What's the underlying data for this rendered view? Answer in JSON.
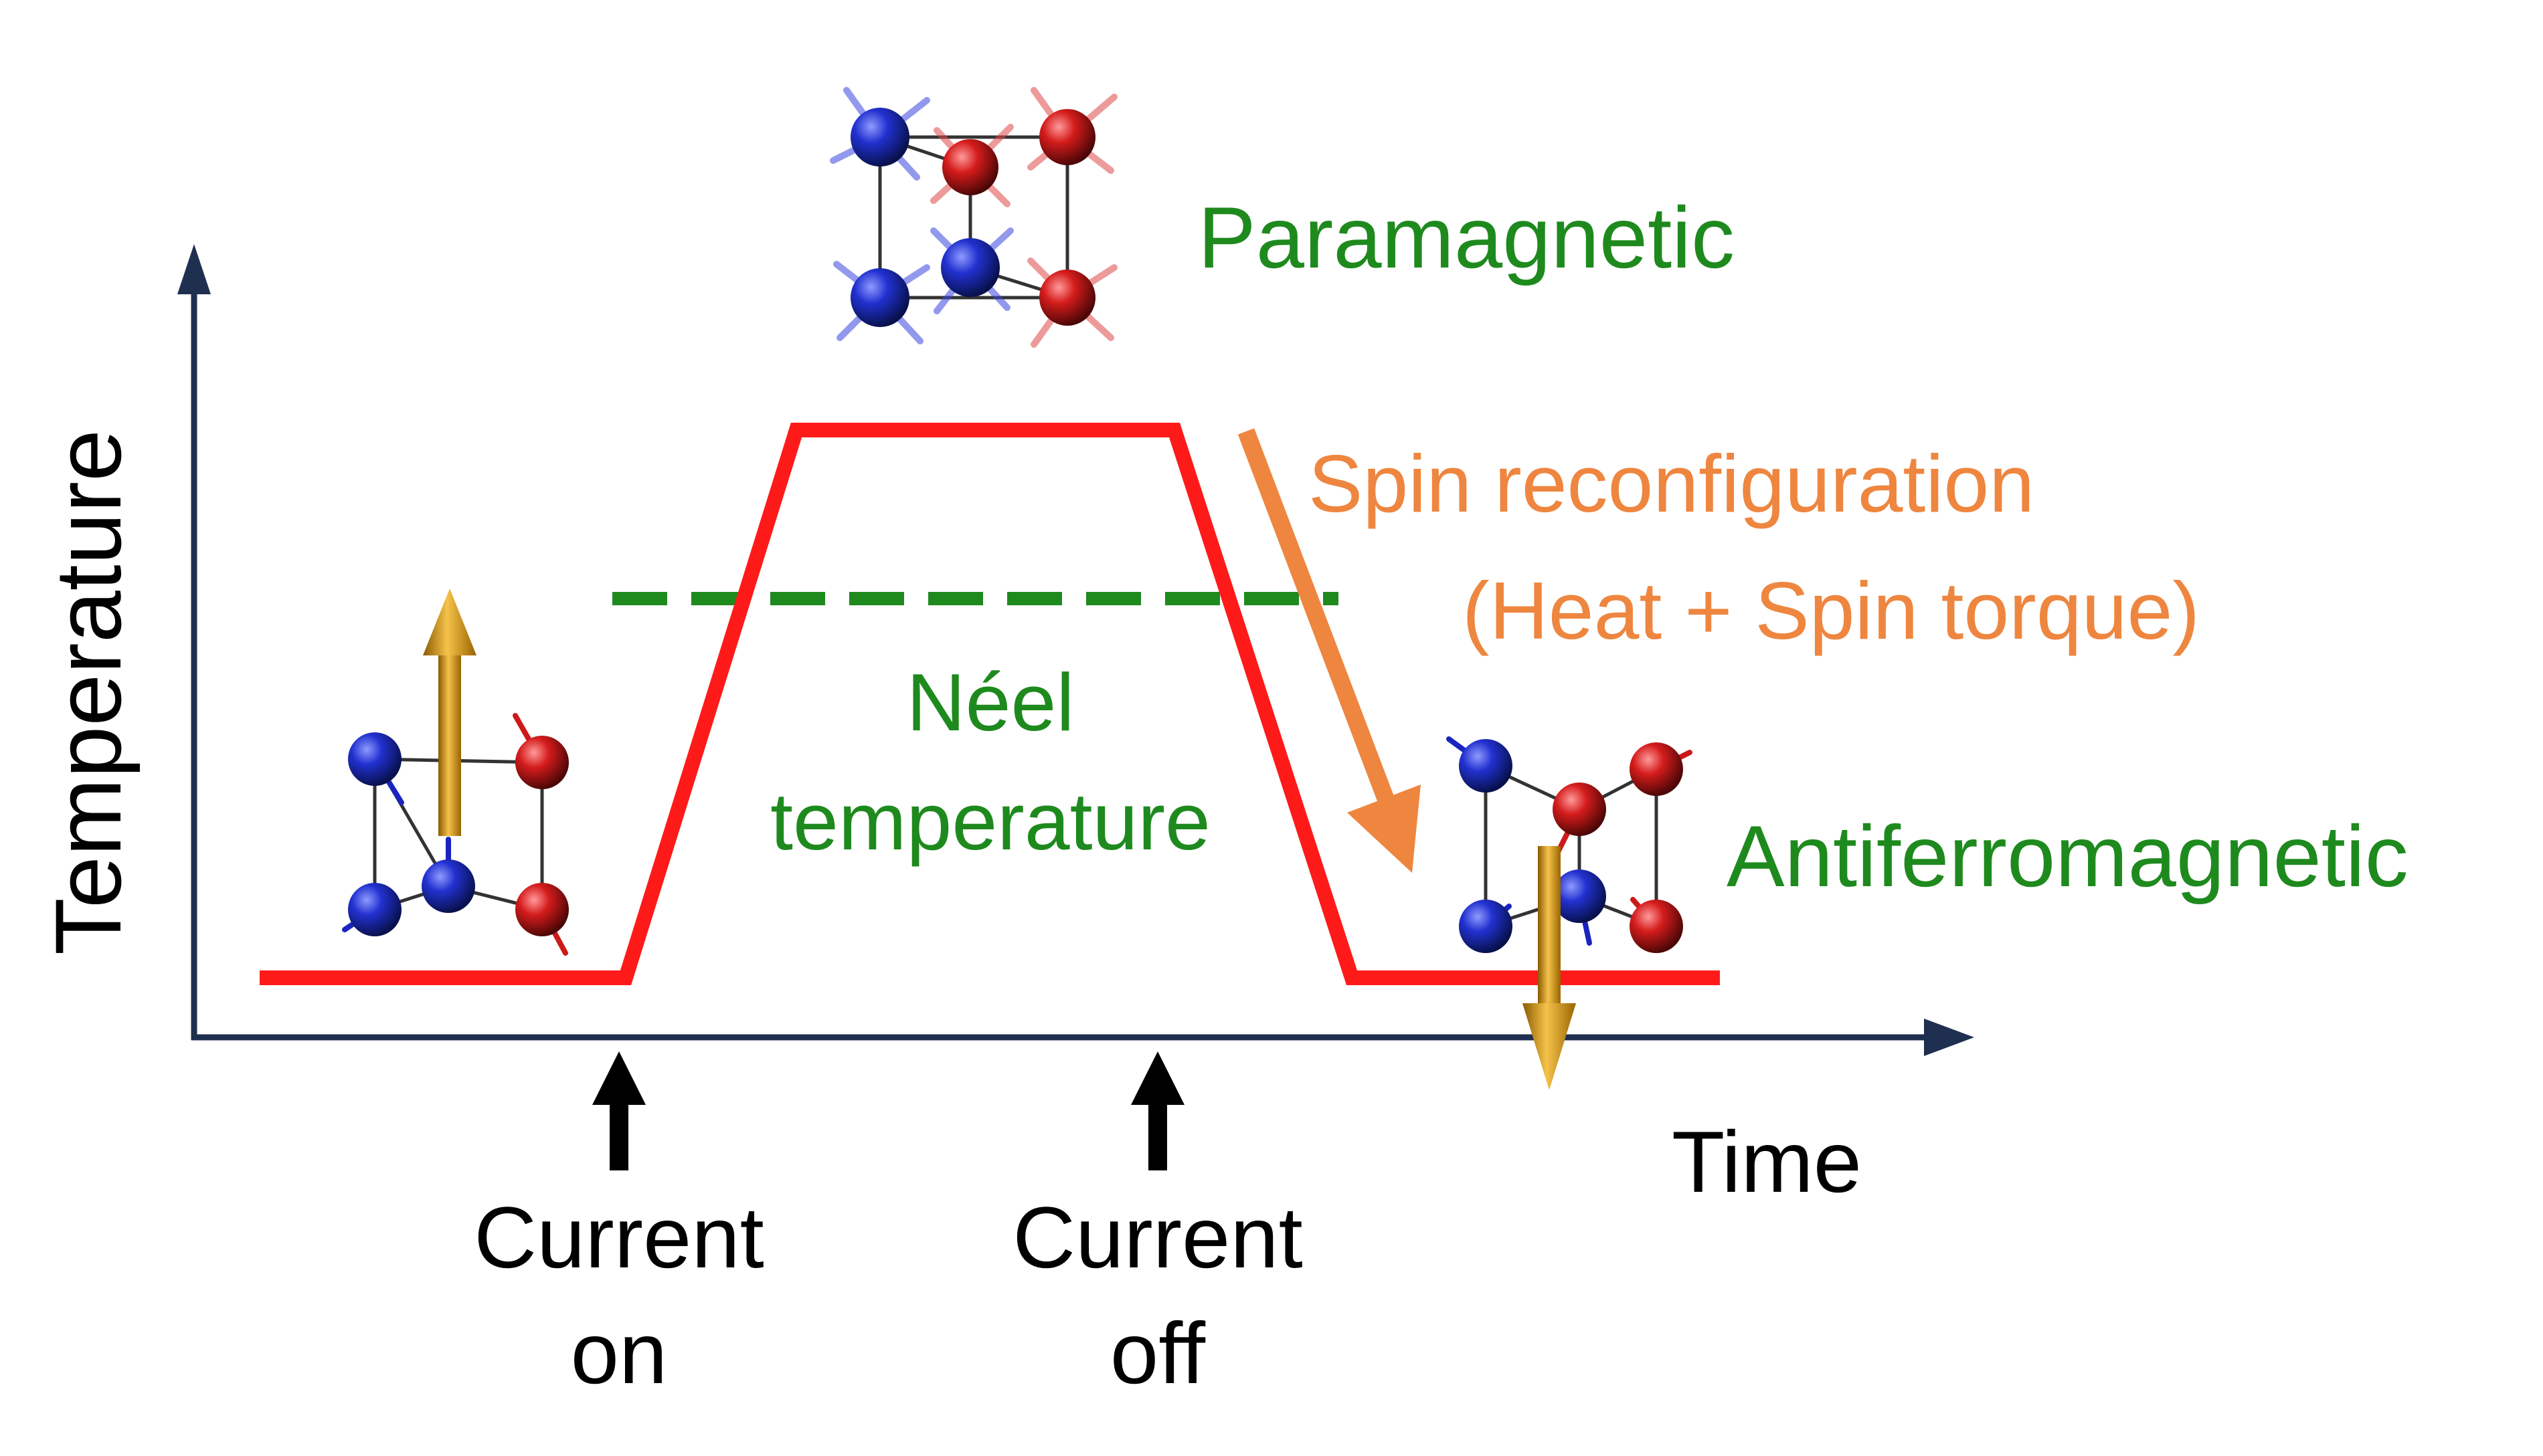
{
  "axes": {
    "y_label": "Temperature",
    "x_label": "Time"
  },
  "markers": [
    {
      "label_line1": "Current",
      "label_line2": "on"
    },
    {
      "label_line1": "Current",
      "label_line2": "off"
    }
  ],
  "states": {
    "paramagnetic": "Paramagnetic",
    "antiferromagnetic": "Antiferromagnetic"
  },
  "neel": {
    "line1": "Néel",
    "line2": "temperature"
  },
  "process": {
    "line1": "Spin reconfiguration",
    "line2": "(Heat + Spin torque)"
  },
  "colors": {
    "axis": "#1f2f4f",
    "temperature_curve": "#ff1a1a",
    "neel_line": "#1e8a1e",
    "state_text": "#1e8a1e",
    "process_text": "#ee8640",
    "process_arrow": "#ee8640",
    "marker_arrow": "#000000",
    "spin_arrow": "#d99a1a",
    "atom_blue": "#1a24c0",
    "atom_red": "#cc1a1a"
  }
}
